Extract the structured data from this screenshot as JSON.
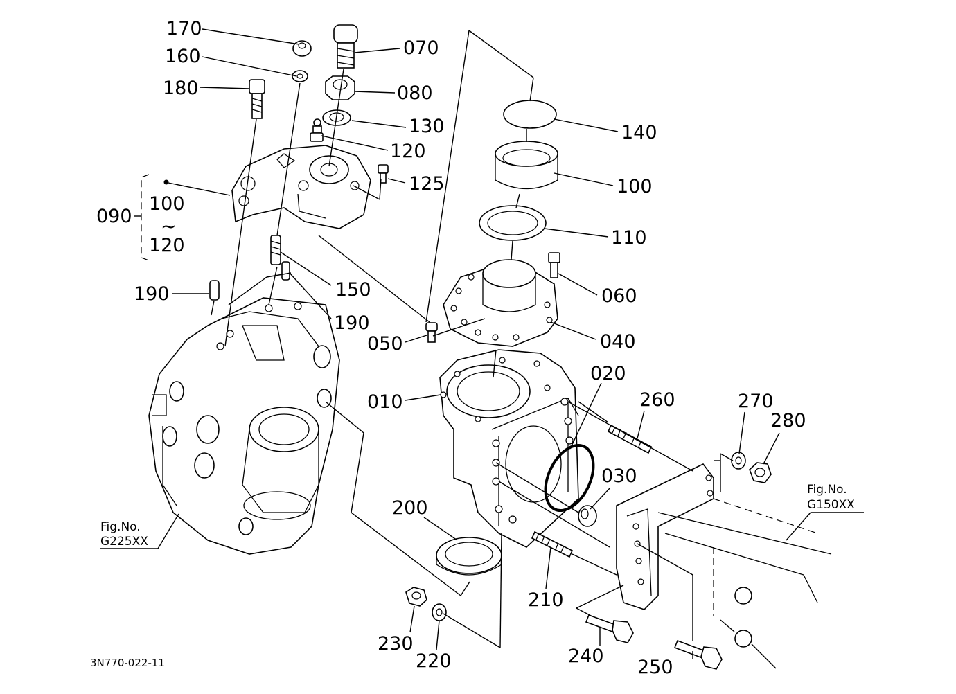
{
  "diagram": {
    "parts": {
      "p170": "170",
      "p160": "160",
      "p180": "180",
      "p090": "090",
      "p100a": "100",
      "tilde": "~",
      "p120a": "120",
      "p190a": "190",
      "p070": "070",
      "p080": "080",
      "p130": "130",
      "p120b": "120",
      "p125": "125",
      "p150": "150",
      "p190b": "190",
      "p050": "050",
      "p140": "140",
      "p100b": "100",
      "p110": "110",
      "p060": "060",
      "p040": "040",
      "p020": "020",
      "p010": "010",
      "p260": "260",
      "p270": "270",
      "p280": "280",
      "p030": "030",
      "p200": "200",
      "p210": "210",
      "p230": "230",
      "p220": "220",
      "p240": "240",
      "p250": "250"
    },
    "refs": {
      "left_fig": "Fig.No.",
      "left_code": "G225XX",
      "right_fig": "Fig.No.",
      "right_code": "G150XX"
    },
    "drawing_code": "3N770-022-11"
  }
}
